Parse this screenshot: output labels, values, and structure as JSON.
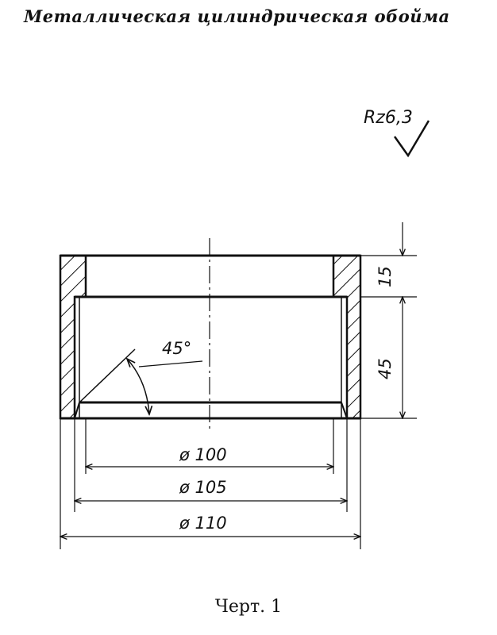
{
  "title": "Металлическая цилиндрическая обойма",
  "caption": "Черт. 1",
  "roughness": "Rz6,3",
  "dimensions": {
    "height_top": "15",
    "height_bottom": "45",
    "angle": "45°",
    "dia_inner": "ø 100",
    "dia_middle": "ø 105",
    "dia_outer": "ø 110"
  }
}
